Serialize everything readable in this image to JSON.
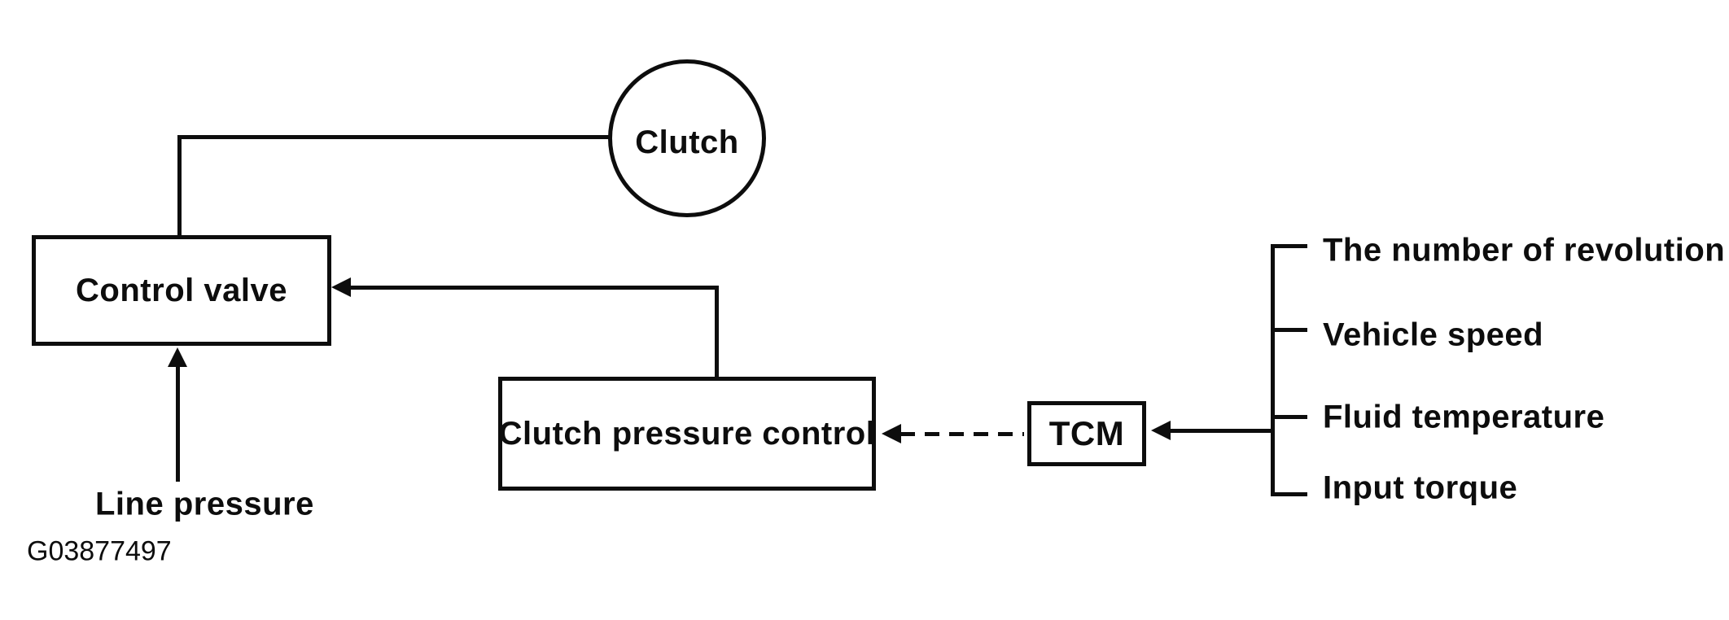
{
  "diagram": {
    "nodes": {
      "clutch": {
        "label": "Clutch",
        "shape": "circle"
      },
      "control_valve": {
        "label": "Control valve",
        "shape": "rectangle"
      },
      "clutch_pressure_control": {
        "label": "Clutch pressure control",
        "shape": "rectangle"
      },
      "tcm": {
        "label": "TCM",
        "shape": "rectangle"
      }
    },
    "tcm_inputs": [
      {
        "label": "The number of revolution"
      },
      {
        "label": "Vehicle speed"
      },
      {
        "label": "Fluid temperature"
      },
      {
        "label": "Input torque"
      }
    ],
    "annotations": {
      "line_pressure_label": "Line pressure",
      "figure_id": "G03877497"
    },
    "connections": [
      {
        "from": "control_valve",
        "to": "clutch",
        "style": "solid",
        "arrow": "none"
      },
      {
        "from": "clutch_pressure_control",
        "to": "control_valve",
        "style": "solid",
        "arrow": "into-control-valve"
      },
      {
        "from": "tcm",
        "to": "clutch_pressure_control",
        "style": "dashed",
        "arrow": "into-clutch-pressure-control"
      },
      {
        "from": "tcm_inputs",
        "to": "tcm",
        "style": "solid",
        "arrow": "into-tcm"
      },
      {
        "from": "line_pressure",
        "to": "control_valve",
        "style": "solid",
        "arrow": "up-into-control-valve"
      }
    ],
    "colors": {
      "ink": "#0d0d0d",
      "background": "#ffffff"
    }
  }
}
